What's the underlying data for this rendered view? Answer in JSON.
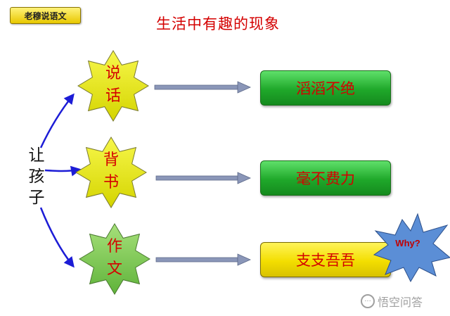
{
  "header": {
    "badge": "老穆说语文",
    "title": "生活中有趣的现象"
  },
  "subject": [
    "让",
    "孩",
    "子"
  ],
  "actions": [
    {
      "chars": [
        "说",
        "话"
      ],
      "result": "滔滔不绝",
      "star_color": "#e8e800",
      "box_color": "#2fbf3a"
    },
    {
      "chars": [
        "背",
        "书"
      ],
      "result": "毫不费力",
      "star_color": "#e8e800",
      "box_color": "#2fbf3a"
    },
    {
      "chars": [
        "作",
        "文"
      ],
      "result": "支支吾吾",
      "star_color": "#7ccd4a",
      "box_color": "#f3e000"
    }
  ],
  "callout": {
    "text": "Why?",
    "color": "#5b8ed6"
  },
  "watermark": {
    "text": "悟空问答",
    "icon": "chat-bubble-icon"
  },
  "colors": {
    "title_red": "#d40000",
    "branch_arrow": "#1c1cd6",
    "long_arrow": "#7a86aa"
  }
}
